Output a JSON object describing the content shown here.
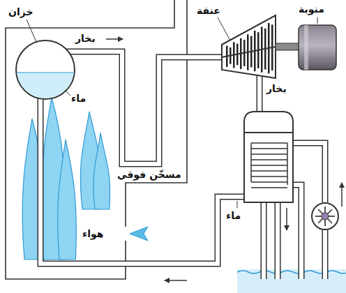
{
  "diagram": {
    "labels": [
      "خزان",
      "بخار",
      "عنفة",
      "منوبة",
      "ماء",
      "بخار",
      "مسخّن فوقي",
      "ماء",
      "هواء"
    ]
  }
}
